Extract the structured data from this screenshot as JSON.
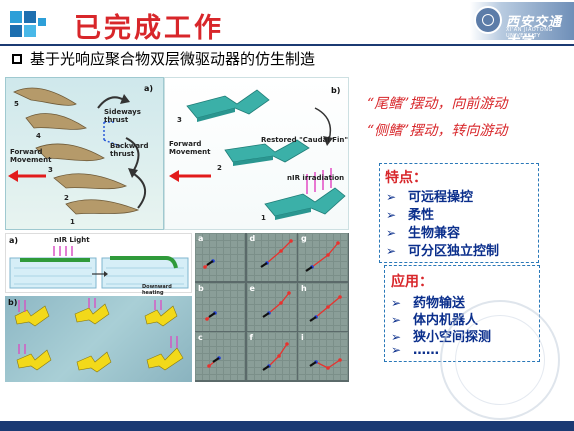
{
  "header": {
    "title": "已完成工作",
    "university_name": "西安交通大学",
    "university_subtitle": "XI'AN JIAOTONG UNIVERSITY"
  },
  "subtitle": "基于光响应聚合物双层微驱动器的仿生制造",
  "figure": {
    "panel_a": {
      "label": "a)",
      "sideways": "Sideways thrust",
      "backward": "Backward thrust",
      "forward": "Forward Movement",
      "n1": "1",
      "n2": "2",
      "n3": "3",
      "n4": "4",
      "n5": "5"
    },
    "panel_b": {
      "label": "b)",
      "restored": "Restored \"Caudal Fin\"",
      "forward": "Forward Movement",
      "nir": "nIR irradiation",
      "n1": "1",
      "n2": "2",
      "n3": "3"
    },
    "panel_a2": {
      "label": "a)",
      "nir_light": "nIR Light",
      "downward": "Downward heating"
    },
    "panel_b2": {
      "label": "b)"
    },
    "grid": {
      "labels": [
        "a",
        "d",
        "g",
        "b",
        "e",
        "h",
        "c",
        "f",
        "i"
      ]
    }
  },
  "motions": {
    "line1": "“尾鳍”摆动，向前游动",
    "line2": "“侧鳍”摆动，转向游动"
  },
  "features": {
    "title": "特点：",
    "items": [
      "可远程操控",
      "柔性",
      "生物兼容",
      "可分区独立控制"
    ]
  },
  "applications": {
    "title": "应用：",
    "items": [
      "药物输送",
      "体内机器人",
      "狭小空间探测",
      "……"
    ]
  },
  "bullet_glyph": "➢",
  "colors": {
    "accent_red": "#d8262a",
    "navy": "#1b3a73",
    "item_blue": "#0b2f8c"
  }
}
